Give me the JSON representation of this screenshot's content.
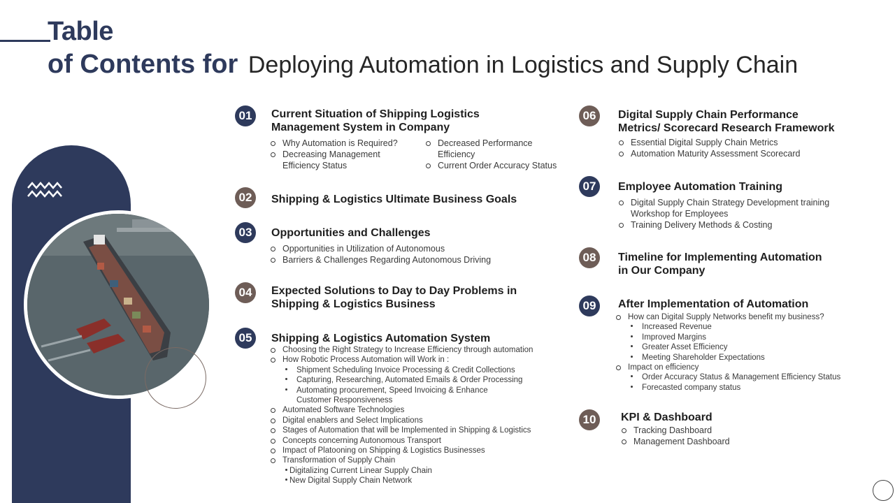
{
  "header": {
    "line1": "Table",
    "line2_bold": "of Contents for",
    "line2_light": "Deploying Automation in Logistics and Supply Chain"
  },
  "decor": {
    "accent": "#2e3a5c",
    "brown": "#6e5d57"
  },
  "sections": [
    {
      "num": "01",
      "title_lines": [
        "Current Situation of Shipping Logistics",
        "Management System in Company"
      ],
      "col_a": [
        "Why Automation is Required?",
        "Decreasing Management",
        "Efficiency Status"
      ],
      "col_b": [
        "Decreased Performance",
        "Efficiency",
        "Current Order Accuracy Status"
      ]
    },
    {
      "num": "02",
      "title": "Shipping & Logistics Ultimate Business Goals"
    },
    {
      "num": "03",
      "title": "Opportunities and Challenges",
      "items": [
        "Opportunities in Utilization of Autonomous",
        "Barriers & Challenges Regarding Autonomous Driving"
      ]
    },
    {
      "num": "04",
      "title_lines": [
        "Expected Solutions to Day to Day Problems in",
        "Shipping & Logistics Business"
      ]
    },
    {
      "num": "05",
      "title": "Shipping & Logistics Automation System",
      "items": [
        "Choosing the Right Strategy to Increase Efficiency through automation",
        "How Robotic Process Automation will Work in :",
        "Shipment Scheduling Invoice Processing & Credit Collections",
        "Capturing, Researching, Automated Emails & Order Processing",
        "Automating procurement, Speed Invoicing & Enhance",
        "Customer Responsiveness",
        "Automated Software Technologies",
        "Digital enablers and Select Implications",
        "Stages of Automation that will be Implemented in Shipping & Logistics",
        "Concepts concerning Autonomous Transport",
        "Impact of Platooning on Shipping & Logistics Businesses",
        "Transformation of Supply Chain",
        "Digitalizing Current Linear Supply Chain",
        "New Digital Supply Chain Network"
      ]
    },
    {
      "num": "06",
      "title_lines": [
        "Digital Supply Chain Performance",
        "Metrics/ Scorecard Research Framework"
      ],
      "items": [
        "Essential Digital Supply Chain Metrics",
        "Automation Maturity Assessment Scorecard"
      ]
    },
    {
      "num": "07",
      "title": "Employee Automation Training",
      "items": [
        "Digital Supply Chain Strategy Development training",
        "Workshop for Employees",
        "Training Delivery Methods & Costing"
      ]
    },
    {
      "num": "08",
      "title_lines": [
        "Timeline for Implementing Automation",
        "in Our Company"
      ]
    },
    {
      "num": "09",
      "title": "After Implementation of Automation",
      "items": [
        "How can Digital Supply Networks benefit my business?",
        "Increased Revenue",
        "Improved Margins",
        "Greater Asset Efficiency",
        "Meeting Shareholder Expectations",
        "Impact on efficiency",
        "Order Accuracy Status & Management Efficiency Status",
        "Forecasted company status"
      ]
    },
    {
      "num": "10",
      "title": "KPI & Dashboard",
      "items": [
        "Tracking Dashboard",
        "Management Dashboard"
      ]
    }
  ]
}
